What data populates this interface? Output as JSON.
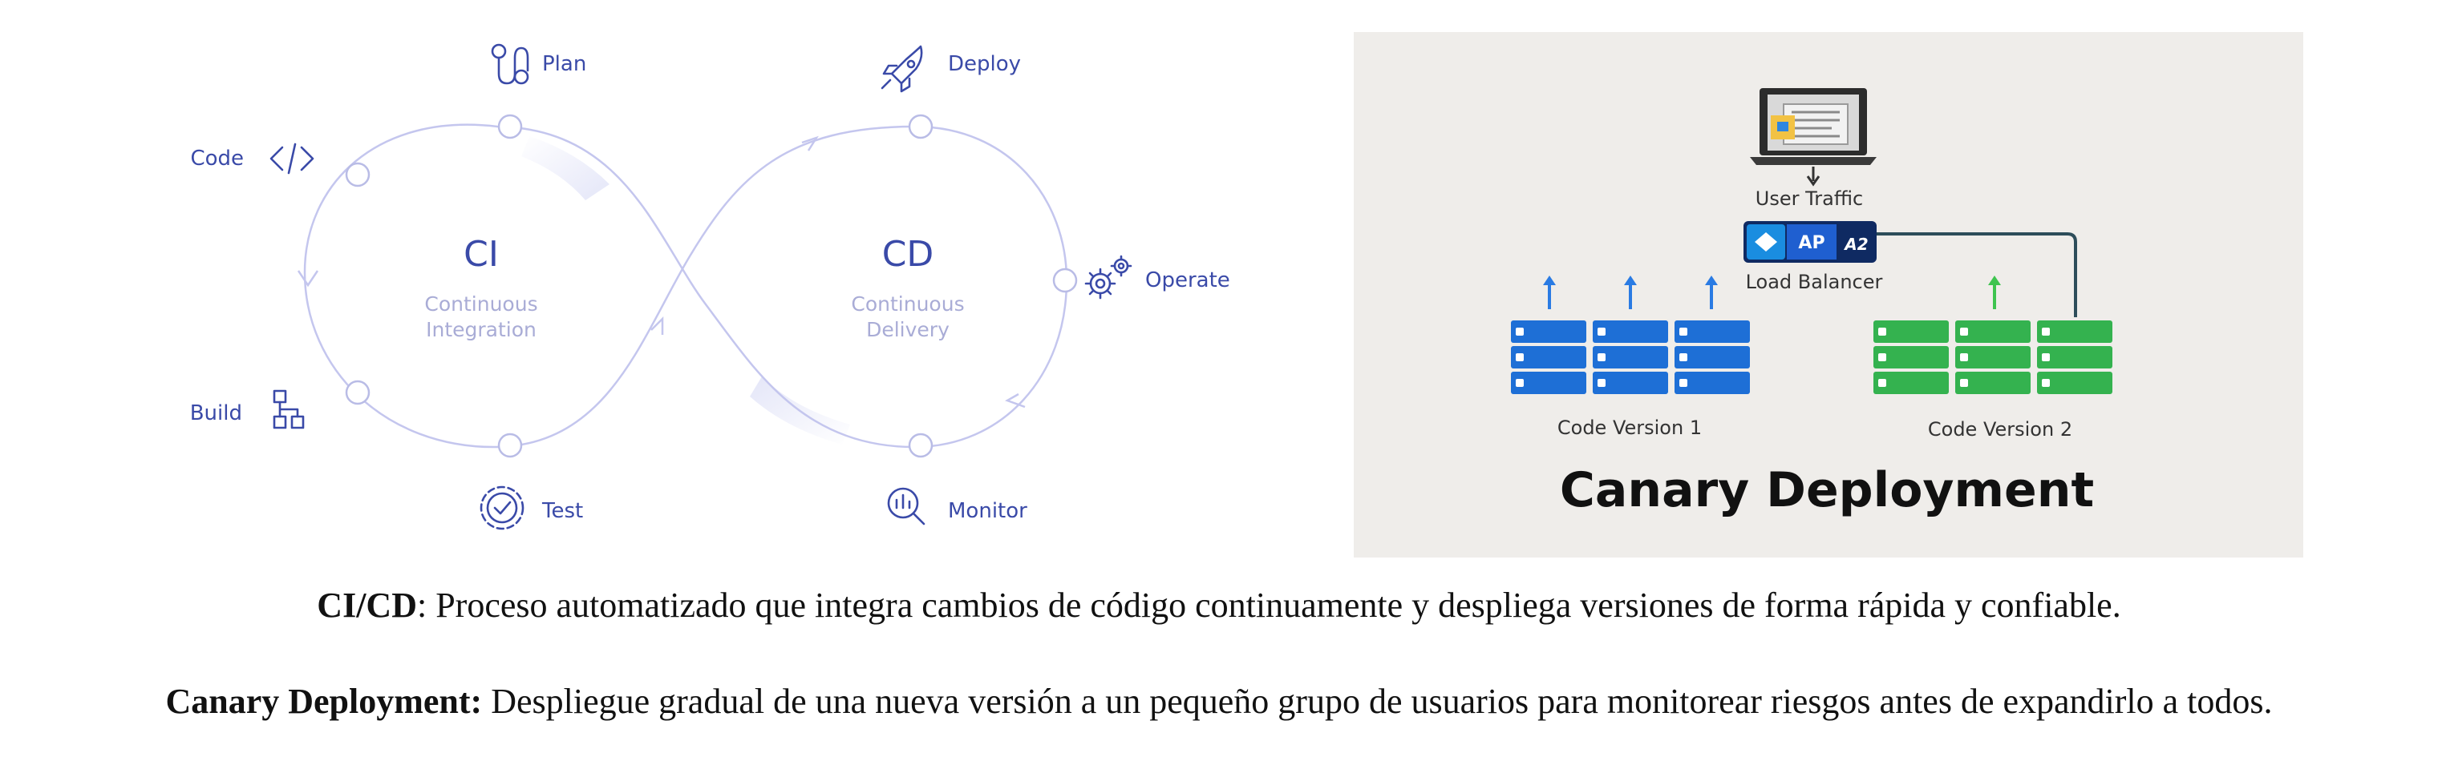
{
  "cicd": {
    "ci_title": "CI",
    "ci_sub1": "Continuous",
    "ci_sub2": "Integration",
    "cd_title": "CD",
    "cd_sub1": "Continuous",
    "cd_sub2": "Delivery",
    "stages": {
      "plan": "Plan",
      "code": "Code",
      "build": "Build",
      "test": "Test",
      "deploy": "Deploy",
      "operate": "Operate",
      "monitor": "Monitor"
    },
    "icons": [
      "plan-icon",
      "code-icon",
      "build-icon",
      "test-icon",
      "deploy-icon",
      "operate-icon",
      "monitor-icon"
    ],
    "colors": {
      "accent": "#3a4aa8",
      "loop": "#c4c6ee",
      "subtitle": "#a9acd6"
    }
  },
  "canary": {
    "user_traffic": "User Traffic",
    "lb_label": "Load Balancer",
    "lb_badge1": "AP",
    "lb_badge2": "A2",
    "version1_label": "Code Version 1",
    "version2_label": "Code Version 2",
    "title": "Canary Deployment",
    "colors": {
      "background": "#efedea",
      "blue": "#1e6fd6",
      "green": "#34b24f",
      "arrow_blue": "#2a7be3",
      "arrow_green": "#3ec44f",
      "line": "#2d4d5a"
    }
  },
  "captions": {
    "cicd_term": "CI/CD",
    "cicd_text": ": Proceso automatizado que integra cambios de código continuamente y despliega versiones de forma rápida y confiable.",
    "canary_term": "Canary Deployment:",
    "canary_text": " Despliegue gradual de una nueva versión a un pequeño grupo de usuarios para monitorear riesgos antes de expandirlo a todos."
  }
}
